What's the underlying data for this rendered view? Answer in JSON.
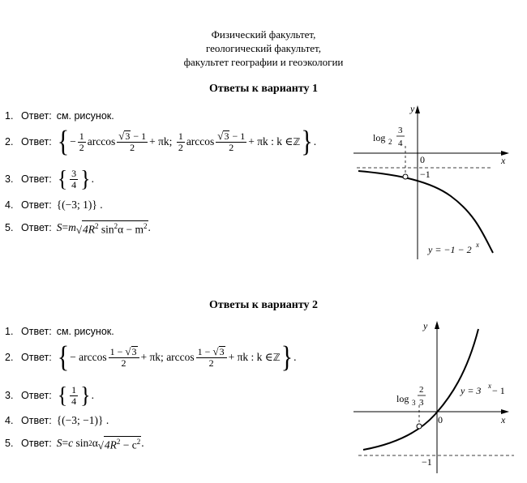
{
  "header": {
    "line1": "Физический факультет,",
    "line2": "геологический факультет,",
    "line3": "факультет географии и геоэкологии"
  },
  "variant1": {
    "title": "Ответы к варианту 1",
    "answer_label": "Ответ:",
    "nums": [
      "1.",
      "2.",
      "3.",
      "4.",
      "5."
    ],
    "a1_text": "см. рисунок.",
    "a2": {
      "minus": "−",
      "one": "1",
      "two": "2",
      "arccos": "arccos",
      "sqrt_arg": "3",
      "minus_one": " − 1",
      "tail1": " + πk;",
      "tail2": " + πk : k ∈ ",
      "integers": "ℤ",
      "close": "."
    },
    "a3": {
      "num": "3",
      "den": "4",
      "close": "."
    },
    "a4": "{(−3; 1)} .",
    "a5": {
      "lhs": "S",
      "eq": " = ",
      "m": "m",
      "inner": "4R",
      "inner2": "sin",
      "inner3": "α − m",
      "close": " ."
    },
    "graph": {
      "y_label": "y",
      "x_label": "x",
      "origin": "0",
      "minus_one": "−1",
      "log_label": "log",
      "log_base": "2",
      "log_num": "3",
      "log_den": "4",
      "func_label": "y = −1 − 2",
      "func_exp": "x"
    }
  },
  "variant2": {
    "title": "Ответы к варианту 2",
    "answer_label": "Ответ:",
    "nums": [
      "1.",
      "2.",
      "3.",
      "4.",
      "5."
    ],
    "a1_text": "см. рисунок.",
    "a2": {
      "minus": "−",
      "arccos": "arccos",
      "num_pre": "1 − ",
      "sqrt_arg": "3",
      "den": "2",
      "tail1": " + πk;",
      "tail2": " + πk : k ∈ ",
      "integers": "ℤ",
      "close": "."
    },
    "a3": {
      "num": "1",
      "den": "4",
      "close": "."
    },
    "a4": "{(−3; −1)} .",
    "a5": {
      "lhs": "S",
      "eq": " = ",
      "c": "c",
      "sin": "sin",
      "alpha": "α",
      "inner": "4R",
      "inner2": " − c",
      "close": " ."
    },
    "graph": {
      "y_label": "y",
      "x_label": "x",
      "origin": "0",
      "minus_one": "−1",
      "log_label": "log",
      "log_base": "3",
      "log_num": "2",
      "log_den": "3",
      "func_label": "y = 3",
      "func_exp": "x",
      "func_tail": " − 1"
    }
  }
}
